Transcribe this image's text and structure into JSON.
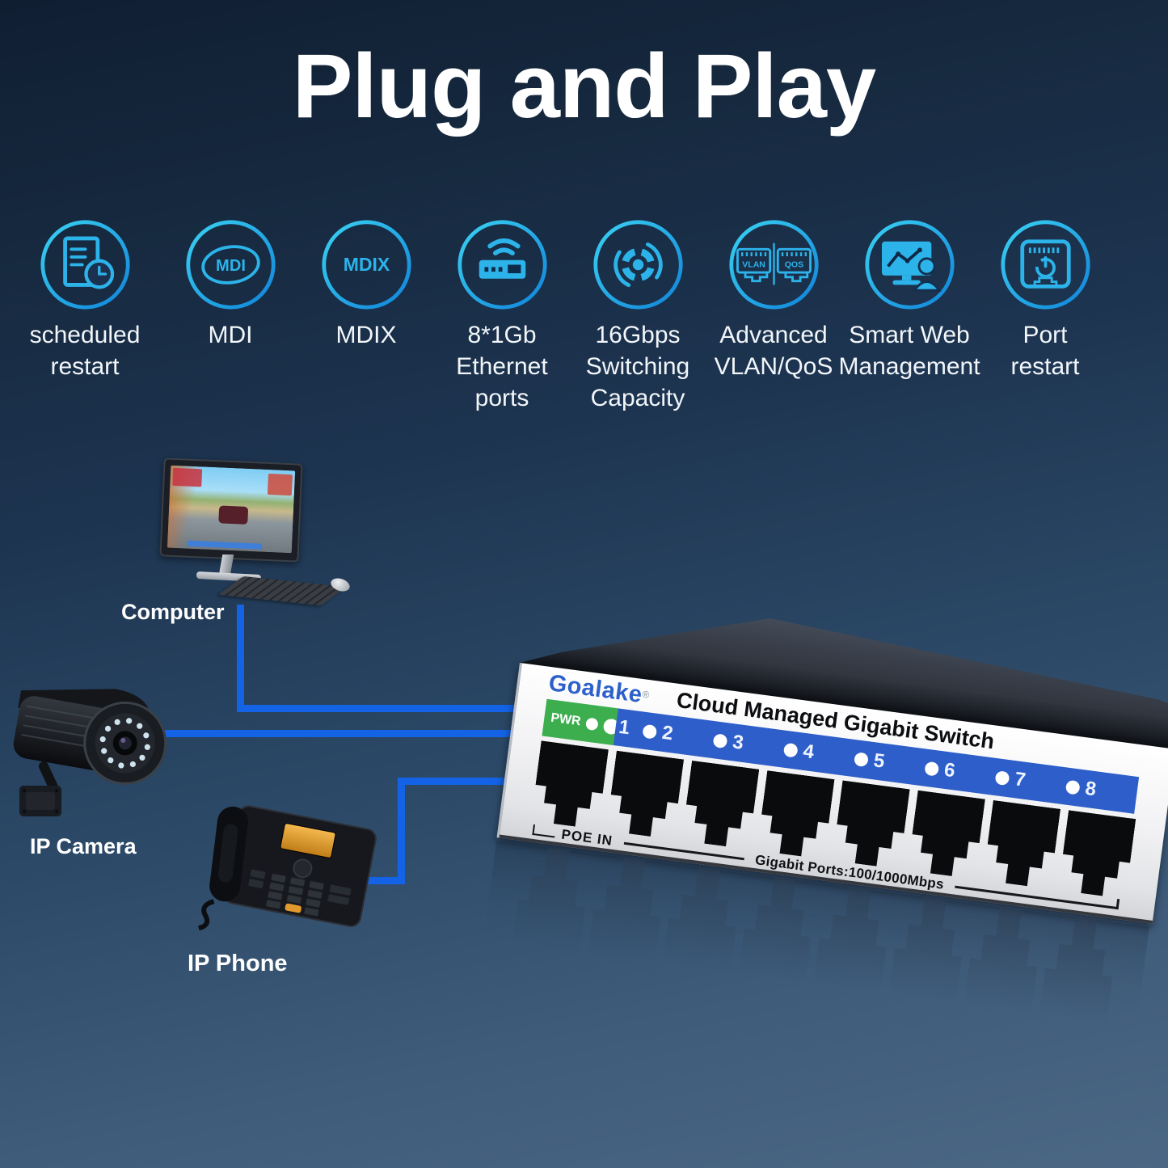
{
  "title": "Plug and Play",
  "features": [
    {
      "name": "mdi",
      "icon_text": "MDI",
      "lines": [
        "MDI"
      ]
    },
    {
      "name": "mdix",
      "icon_text": "MDIX",
      "lines": [
        "MDIX"
      ]
    },
    {
      "name": "ethernet-ports",
      "lines": [
        "8*1Gb",
        "Ethernet",
        "ports"
      ]
    },
    {
      "name": "switching-capacity",
      "lines": [
        "16Gbps",
        "Switching",
        "Capacity"
      ]
    },
    {
      "name": "vlan-qos",
      "icon_text_left": "VLAN",
      "icon_text_right": "QOS",
      "lines": [
        "Advanced",
        "VLAN/QoS"
      ]
    },
    {
      "name": "smart-web-management",
      "lines": [
        "Smart Web",
        "Management"
      ]
    },
    {
      "name": "port-restart",
      "lines": [
        "Port",
        "restart"
      ]
    },
    {
      "name": "scheduled-restart",
      "lines": [
        "scheduled",
        "restart"
      ]
    }
  ],
  "devices": [
    {
      "label": "Computer"
    },
    {
      "label": "IP Camera"
    },
    {
      "label": "IP Phone"
    }
  ],
  "switch": {
    "brand": "Goalake",
    "brand_reg": "®",
    "model_title": "Cloud Managed Gigabit Switch",
    "pwr_label": "PWR",
    "port_numbers": [
      "1",
      "2",
      "3",
      "4",
      "5",
      "6",
      "7",
      "8"
    ],
    "poe_label": "POE IN",
    "ports_label": "Gigabit Ports:100/1000Mbps"
  },
  "colors": {
    "accent": "#29b4e8",
    "accent_deep": "#0f7fd6",
    "line_blue": "#1463e6",
    "brand_blue": "#2d61c9",
    "strip_blue": "#2e5ec9",
    "strip_green": "#3cae4e",
    "bg_top": "#13223a",
    "bg_bottom": "#4a6480"
  }
}
